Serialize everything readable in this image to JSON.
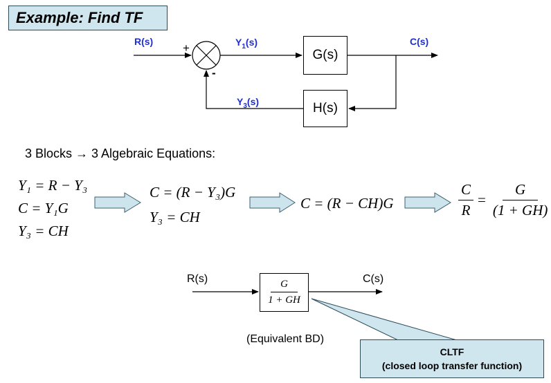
{
  "title": "Example: Find TF",
  "top_diagram": {
    "input": "R(s)",
    "output": "C(s)",
    "y1_main": "Y",
    "y1_sub": "1",
    "y1_suffix": "(s)",
    "y3_main": "Y",
    "y3_sub": "3",
    "y3_suffix": "(s)",
    "plus": "+",
    "minus": "-",
    "forward_block": "G(s)",
    "feedback_block": "H(s)"
  },
  "heading": "3 Blocks → 3 Algebraic Equations:",
  "equations": {
    "set1": [
      "Y₁ = R − Y₃",
      "C = Y₁G",
      "Y₃ = CH"
    ],
    "set2": [
      "C = (R − Y₃)G",
      "Y₃ = CH"
    ],
    "set3": "C = (R − CH)G",
    "final_lhs_num": "C",
    "final_lhs_den": "R",
    "final_eq": "=",
    "final_rhs_num": "G",
    "final_rhs_den": "(1 + GH)"
  },
  "equivalent": {
    "input": "R(s)",
    "output": "C(s)",
    "block_num": "G",
    "block_den": "1 + GH",
    "caption": "(Equivalent BD)"
  },
  "callout": {
    "line1": "CLTF",
    "line2": "(closed loop transfer function)"
  },
  "colors": {
    "signal_label": "#1f2fcf",
    "box_fill": "#cfe6ee",
    "arrow_fill": "#cde4ec"
  }
}
